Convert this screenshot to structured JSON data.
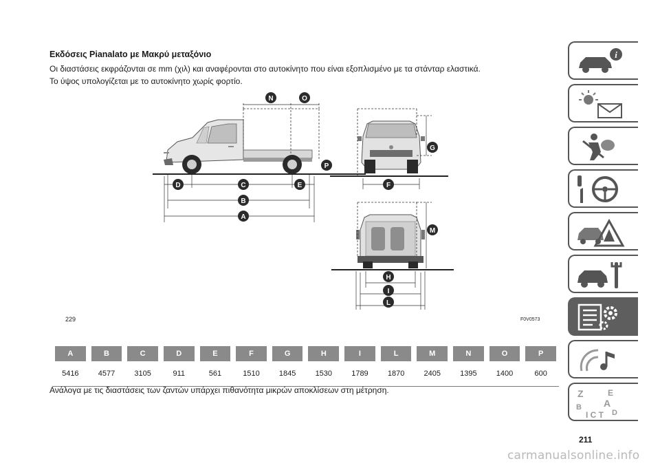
{
  "header": {
    "title": "Εκδόσεις Pianalato με Μακρύ μεταξόνιο",
    "line1": "Οι διαστάσεις εκφράζονται σε mm (χιλ) και αναφέρονται στο αυτοκίνητο που είναι εξοπλισμένο με τα στάνταρ ελαστικά.",
    "line2": "Το ύψος υπολογίζεται με το αυτοκίνητο χωρίς φορτίο."
  },
  "figure": {
    "number": "229",
    "code": "F0V0573",
    "callouts": {
      "a": "A",
      "b": "B",
      "c": "C",
      "d": "D",
      "e": "E",
      "f": "F",
      "g": "G",
      "h": "H",
      "i": "I",
      "l": "L",
      "m": "M",
      "n": "N",
      "o": "O",
      "p": "P"
    }
  },
  "table": {
    "headers": [
      "A",
      "B",
      "C",
      "D",
      "E",
      "F",
      "G",
      "H",
      "I",
      "L",
      "M",
      "N",
      "O",
      "P"
    ],
    "values": [
      "5416",
      "4577",
      "3105",
      "911",
      "561",
      "1510",
      "1845",
      "1530",
      "1789",
      "1870",
      "2405",
      "1395",
      "1400",
      "600"
    ]
  },
  "note": "Ανάλογα με τις διαστάσεις των ζαντών υπάρχει πιθανότητα μικρών αποκλίσεων στη μέτρηση.",
  "page_number": "211",
  "watermark": "carmanualsonline.info",
  "sidebar": {
    "active_index": 6,
    "tabs": [
      {
        "icon": "car-info-icon"
      },
      {
        "icon": "warning-lights-icon"
      },
      {
        "icon": "safety-airbag-icon"
      },
      {
        "icon": "steering-wheel-icon"
      },
      {
        "icon": "emergency-icon"
      },
      {
        "icon": "car-maintenance-icon"
      },
      {
        "icon": "technical-specs-icon"
      },
      {
        "icon": "multimedia-icon"
      },
      {
        "icon": "index-icon"
      }
    ]
  }
}
